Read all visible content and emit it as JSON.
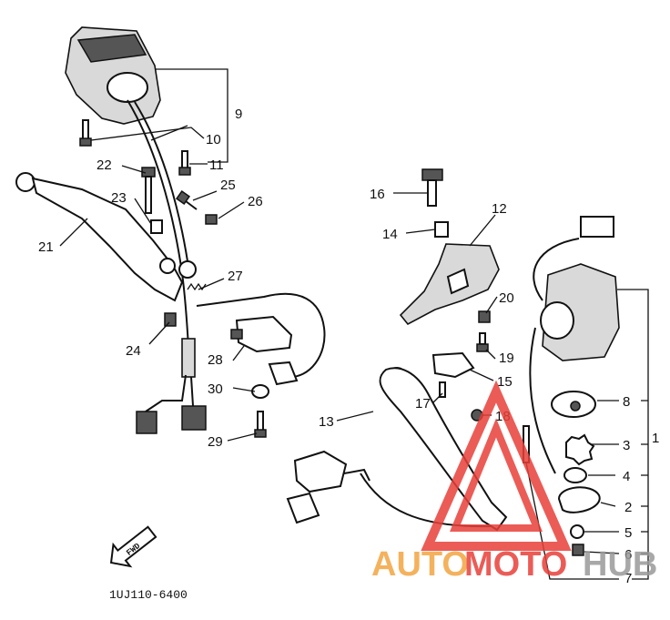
{
  "diagram": {
    "code": "1UJ110-6400",
    "fwd_label": "FWD",
    "callouts": [
      "1",
      "2",
      "3",
      "4",
      "5",
      "6",
      "7",
      "8",
      "9",
      "10",
      "11",
      "12",
      "13",
      "14",
      "15",
      "16",
      "17",
      "18",
      "19",
      "20",
      "21",
      "22",
      "23",
      "24",
      "25",
      "26",
      "27",
      "28",
      "29",
      "30"
    ]
  },
  "watermark": {
    "part1": "AUTO",
    "part2": "MOTO",
    "part3": "HUB",
    "colors": {
      "red": "#e8403a",
      "orange": "#f3a541",
      "gray": "#9a9a9a"
    }
  }
}
